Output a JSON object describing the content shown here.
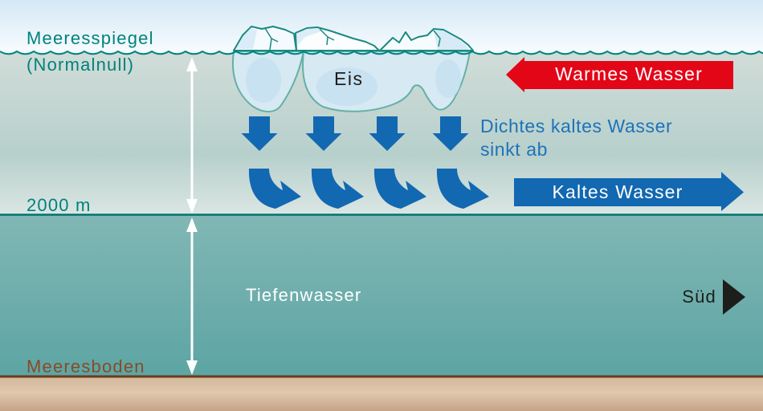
{
  "labels": {
    "sea_level_line1": "Meeresspiegel",
    "sea_level_line2": "(Normalnull)",
    "depth_2000": "2000 m",
    "seafloor": "Meeresboden",
    "deep_water": "Tiefenwasser",
    "ice": "Eis",
    "south": "Süd",
    "warm_water": "Warmes Wasser",
    "cold_water": "Kaltes Wasser",
    "sinking_line1": "Dichtes kaltes Wasser",
    "sinking_line2": "sinkt ab"
  },
  "arrows": {
    "warm": {
      "label": "Warmes Wasser",
      "color": "#e30617",
      "direction": "left"
    },
    "cold": {
      "label": "Kaltes Wasser",
      "color": "#1268b1",
      "direction": "right"
    },
    "south": {
      "label": "Süd",
      "color": "#1d1d1b",
      "direction": "right"
    },
    "sinking": {
      "label": "Dichtes kaltes Wasser sinkt ab",
      "color": "#1268b1",
      "down_arrow_count": 4,
      "curved_arrow_count": 4
    },
    "depth_markers": {
      "color": "#ffffff",
      "count": 2,
      "style": "double-headed vertical"
    }
  },
  "colors": {
    "label_teal": "#00827c",
    "label_brown": "#8a4a28",
    "label_blue": "#1e73b8",
    "label_dark": "#1d1d1b",
    "surface_wave_line": "#00847e",
    "depth_2000_line": "#00736f",
    "seafloor_line": "#6b3a1c",
    "sky_top": "#d4e8f5",
    "upper_water": "#c2d6d2",
    "deep_water_top": "#7fb6b3",
    "deep_water_bottom": "#5ca5a4",
    "sand": "#dcc3a8",
    "ice_above": "#f7fbfe",
    "ice_below": "#d7e9f3"
  }
}
